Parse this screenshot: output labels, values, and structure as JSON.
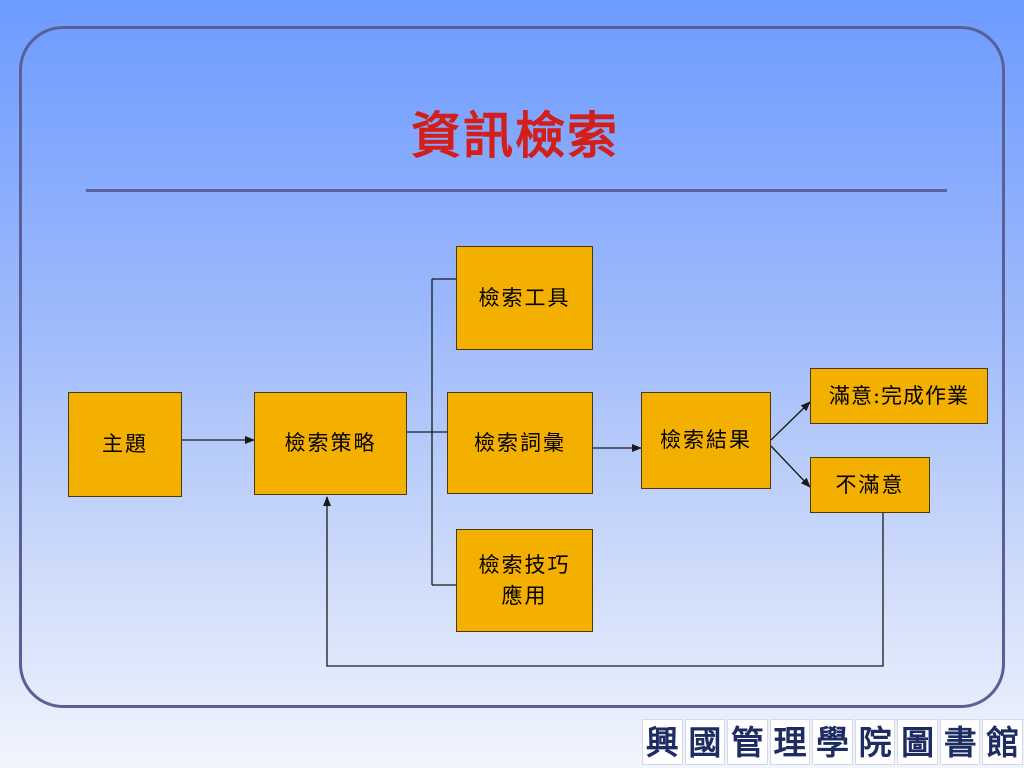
{
  "slide": {
    "title": "資訊檢索"
  },
  "diagram": {
    "nodes": {
      "topic": "主題",
      "strategy": "檢索策略",
      "tools": "檢索工具",
      "vocabulary": "檢索詞彙",
      "technique_line1": "檢索技巧",
      "technique_line2": "應用",
      "results": "檢索結果",
      "satisfied": "滿意:完成作業",
      "unsatisfied": "不滿意"
    }
  },
  "logo": {
    "chars": [
      "興",
      "國",
      "管",
      "理",
      "學",
      "院",
      "圖",
      "書",
      "館"
    ]
  },
  "colors": {
    "node_fill": "#f4b000",
    "title": "#d21f1c",
    "frame": "#5a5f96",
    "connector": "#1a1a1a"
  }
}
